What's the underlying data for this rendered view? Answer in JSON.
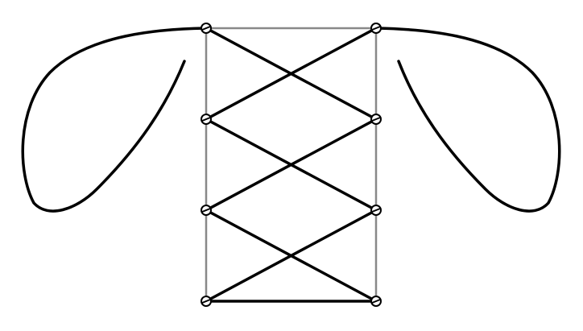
{
  "diagram": {
    "type": "lacing-pattern",
    "rows": 4,
    "columns": 2,
    "colors": {
      "background": "#ffffff",
      "frame": "#888888",
      "lace": "#000000",
      "eyelet": "#000000"
    }
  }
}
